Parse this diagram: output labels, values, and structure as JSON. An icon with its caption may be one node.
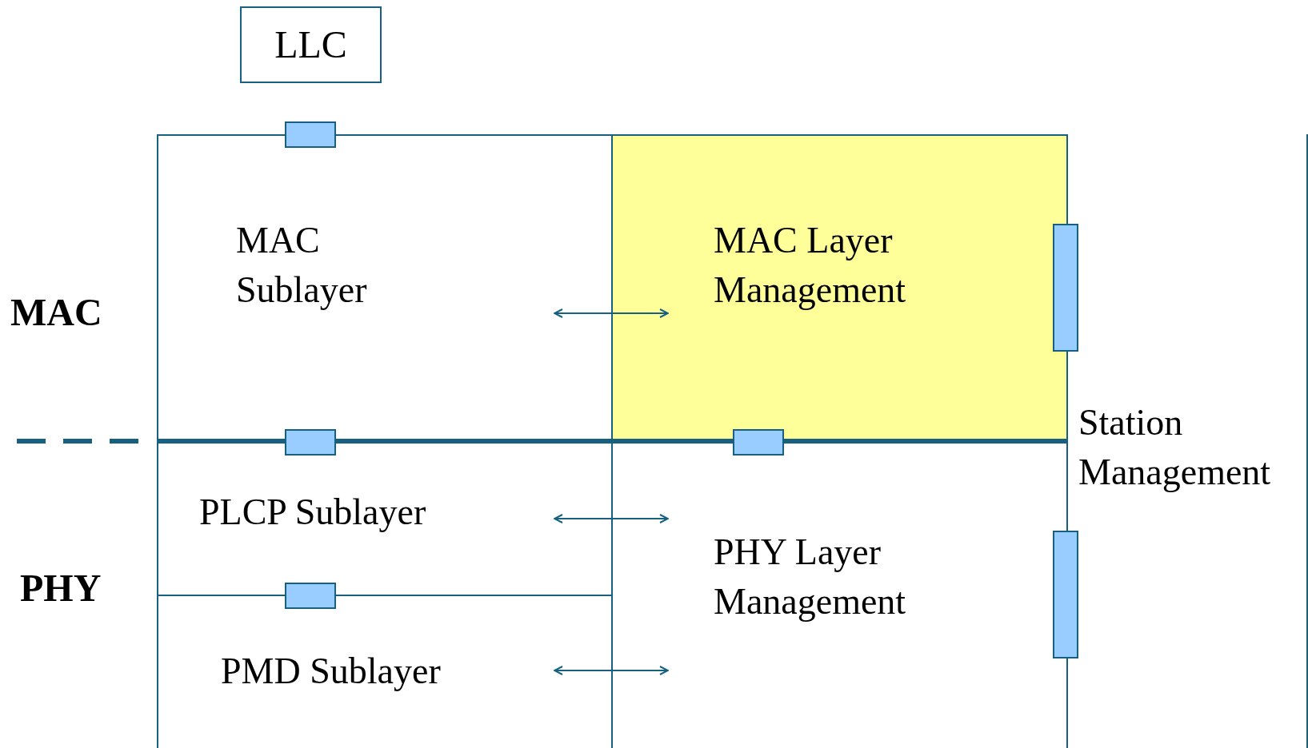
{
  "diagram": {
    "nodes": [
      {
        "text": [
          "LLC"
        ]
      },
      {
        "text": [
          "MAC Sublayer"
        ]
      },
      {
        "text": [
          "MAC Layer Management"
        ]
      },
      {
        "text": [
          "PLCP Sublayer"
        ]
      },
      {
        "text": [
          "PMD Sublayer"
        ]
      },
      {
        "text": [
          "PHY Layer Management"
        ]
      },
      {
        "text": [
          "Station Management"
        ]
      },
      {
        "text": [],
        "shape": "box"
      },
      {
        "text": [],
        "shape": "box"
      },
      {
        "text": [],
        "shape": "box"
      },
      {
        "text": [],
        "shape": "box"
      },
      {
        "text": [],
        "shape": "box"
      },
      {
        "text": [],
        "shape": "box"
      }
    ],
    "edges": [
      {
        "from": 1,
        "to": 2,
        "arrow": "both"
      },
      {
        "from": 3,
        "to": 5,
        "arrow": "both"
      },
      {
        "from": 4,
        "to": 5,
        "arrow": "both"
      }
    ],
    "labels": [
      "MAC",
      "PHY"
    ]
  }
}
